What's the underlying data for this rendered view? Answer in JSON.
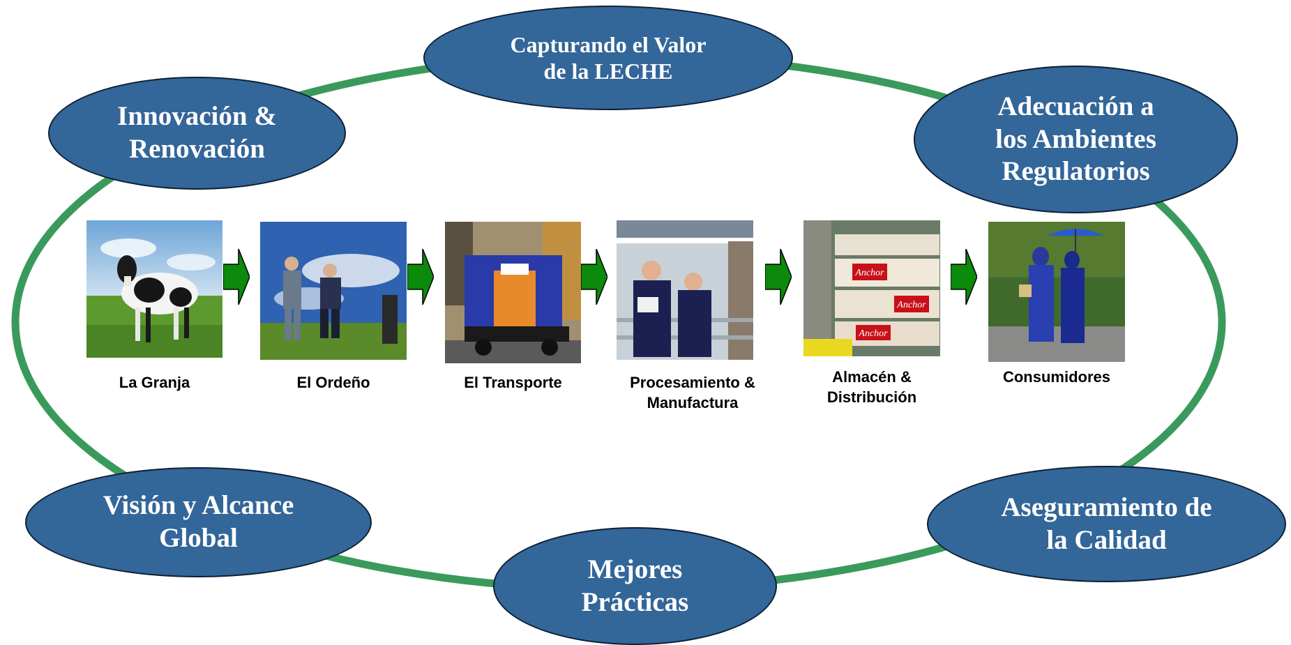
{
  "colors": {
    "ring": "#3a9a5c",
    "node_fill": "#336699",
    "node_border": "#0d1f33",
    "node_text": "#ffffff",
    "arrow": "#0b8a0b",
    "stage_text": "#000000"
  },
  "cycle_nodes": {
    "value": "Capturando el Valor\nde la LECHE",
    "innovation": "Innovación &\nRenovación",
    "regulatory": "Adecuación a\nlos Ambientes\nRegulatorios",
    "global": "Visión y Alcance\nGlobal",
    "practices": "Mejores\nPrácticas",
    "quality": "Aseguramiento de\nla Calidad"
  },
  "stages": [
    {
      "label": "La Granja",
      "photo": "cow-photo"
    },
    {
      "label": "El Ordeño",
      "photo": "farmers-photo"
    },
    {
      "label": "El Transporte",
      "photo": "truck-photo"
    },
    {
      "label": "Procesamiento &\nManufactura",
      "photo": "workers-photo"
    },
    {
      "label": "Almacén &\nDistribución",
      "photo": "warehouse-photo"
    },
    {
      "label": "Consumidores",
      "photo": "consumers-photo"
    }
  ],
  "arrow_icon": "right-arrow-icon",
  "photo_text": {
    "anchor_brand": "Anchor"
  }
}
